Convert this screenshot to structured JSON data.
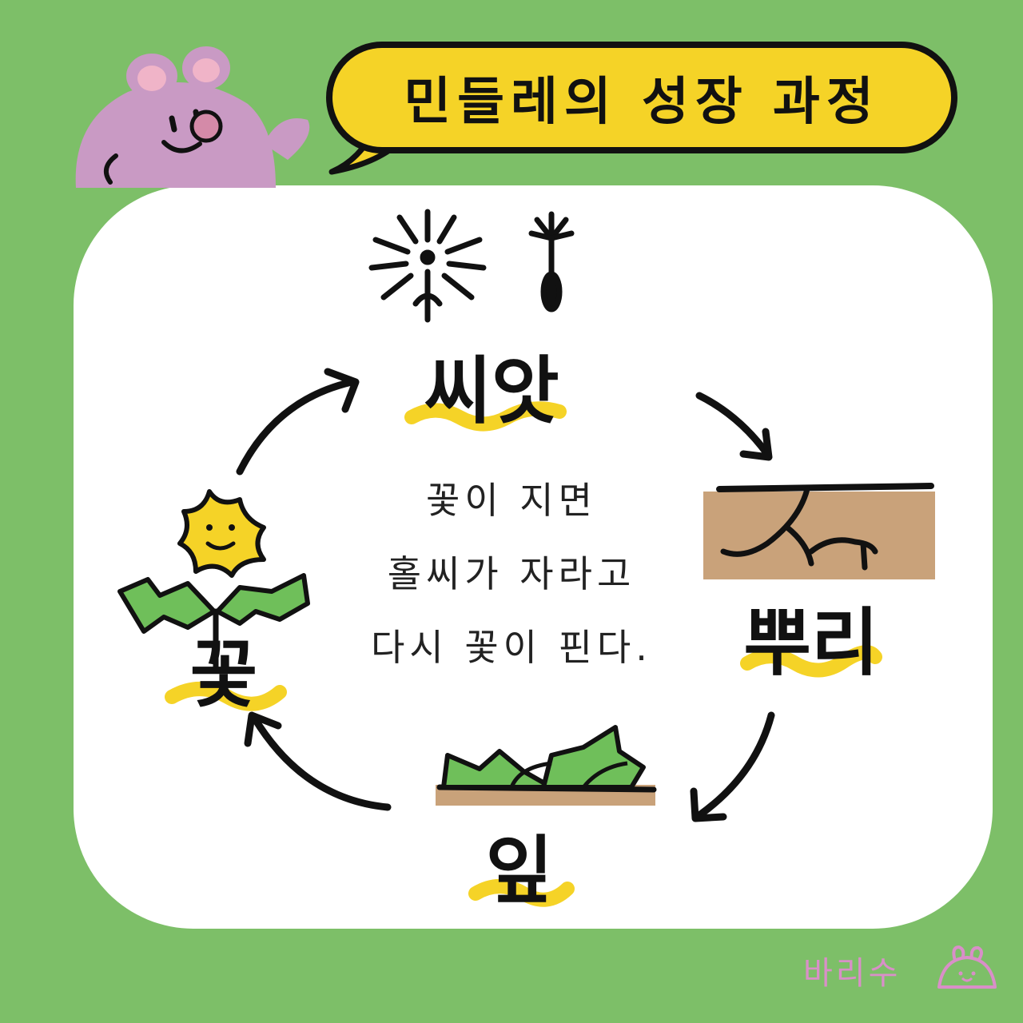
{
  "title": "민들레의 성장 과정",
  "stages": {
    "seed": "씨앗",
    "root": "뿌리",
    "leaf": "잎",
    "flower": "꽃"
  },
  "description": [
    "꽃이 지면",
    "홀씨가 자라고",
    "다시 꽃이 핀다."
  ],
  "signature": "바리수",
  "colors": {
    "background": "#7dbf68",
    "panel": "#ffffff",
    "bubble": "#f5d327",
    "highlight": "#f5d327",
    "soil": "#c9a27a",
    "leaf": "#6fbf5a",
    "character": "#c99ac4",
    "signature": "#d98fc8"
  }
}
